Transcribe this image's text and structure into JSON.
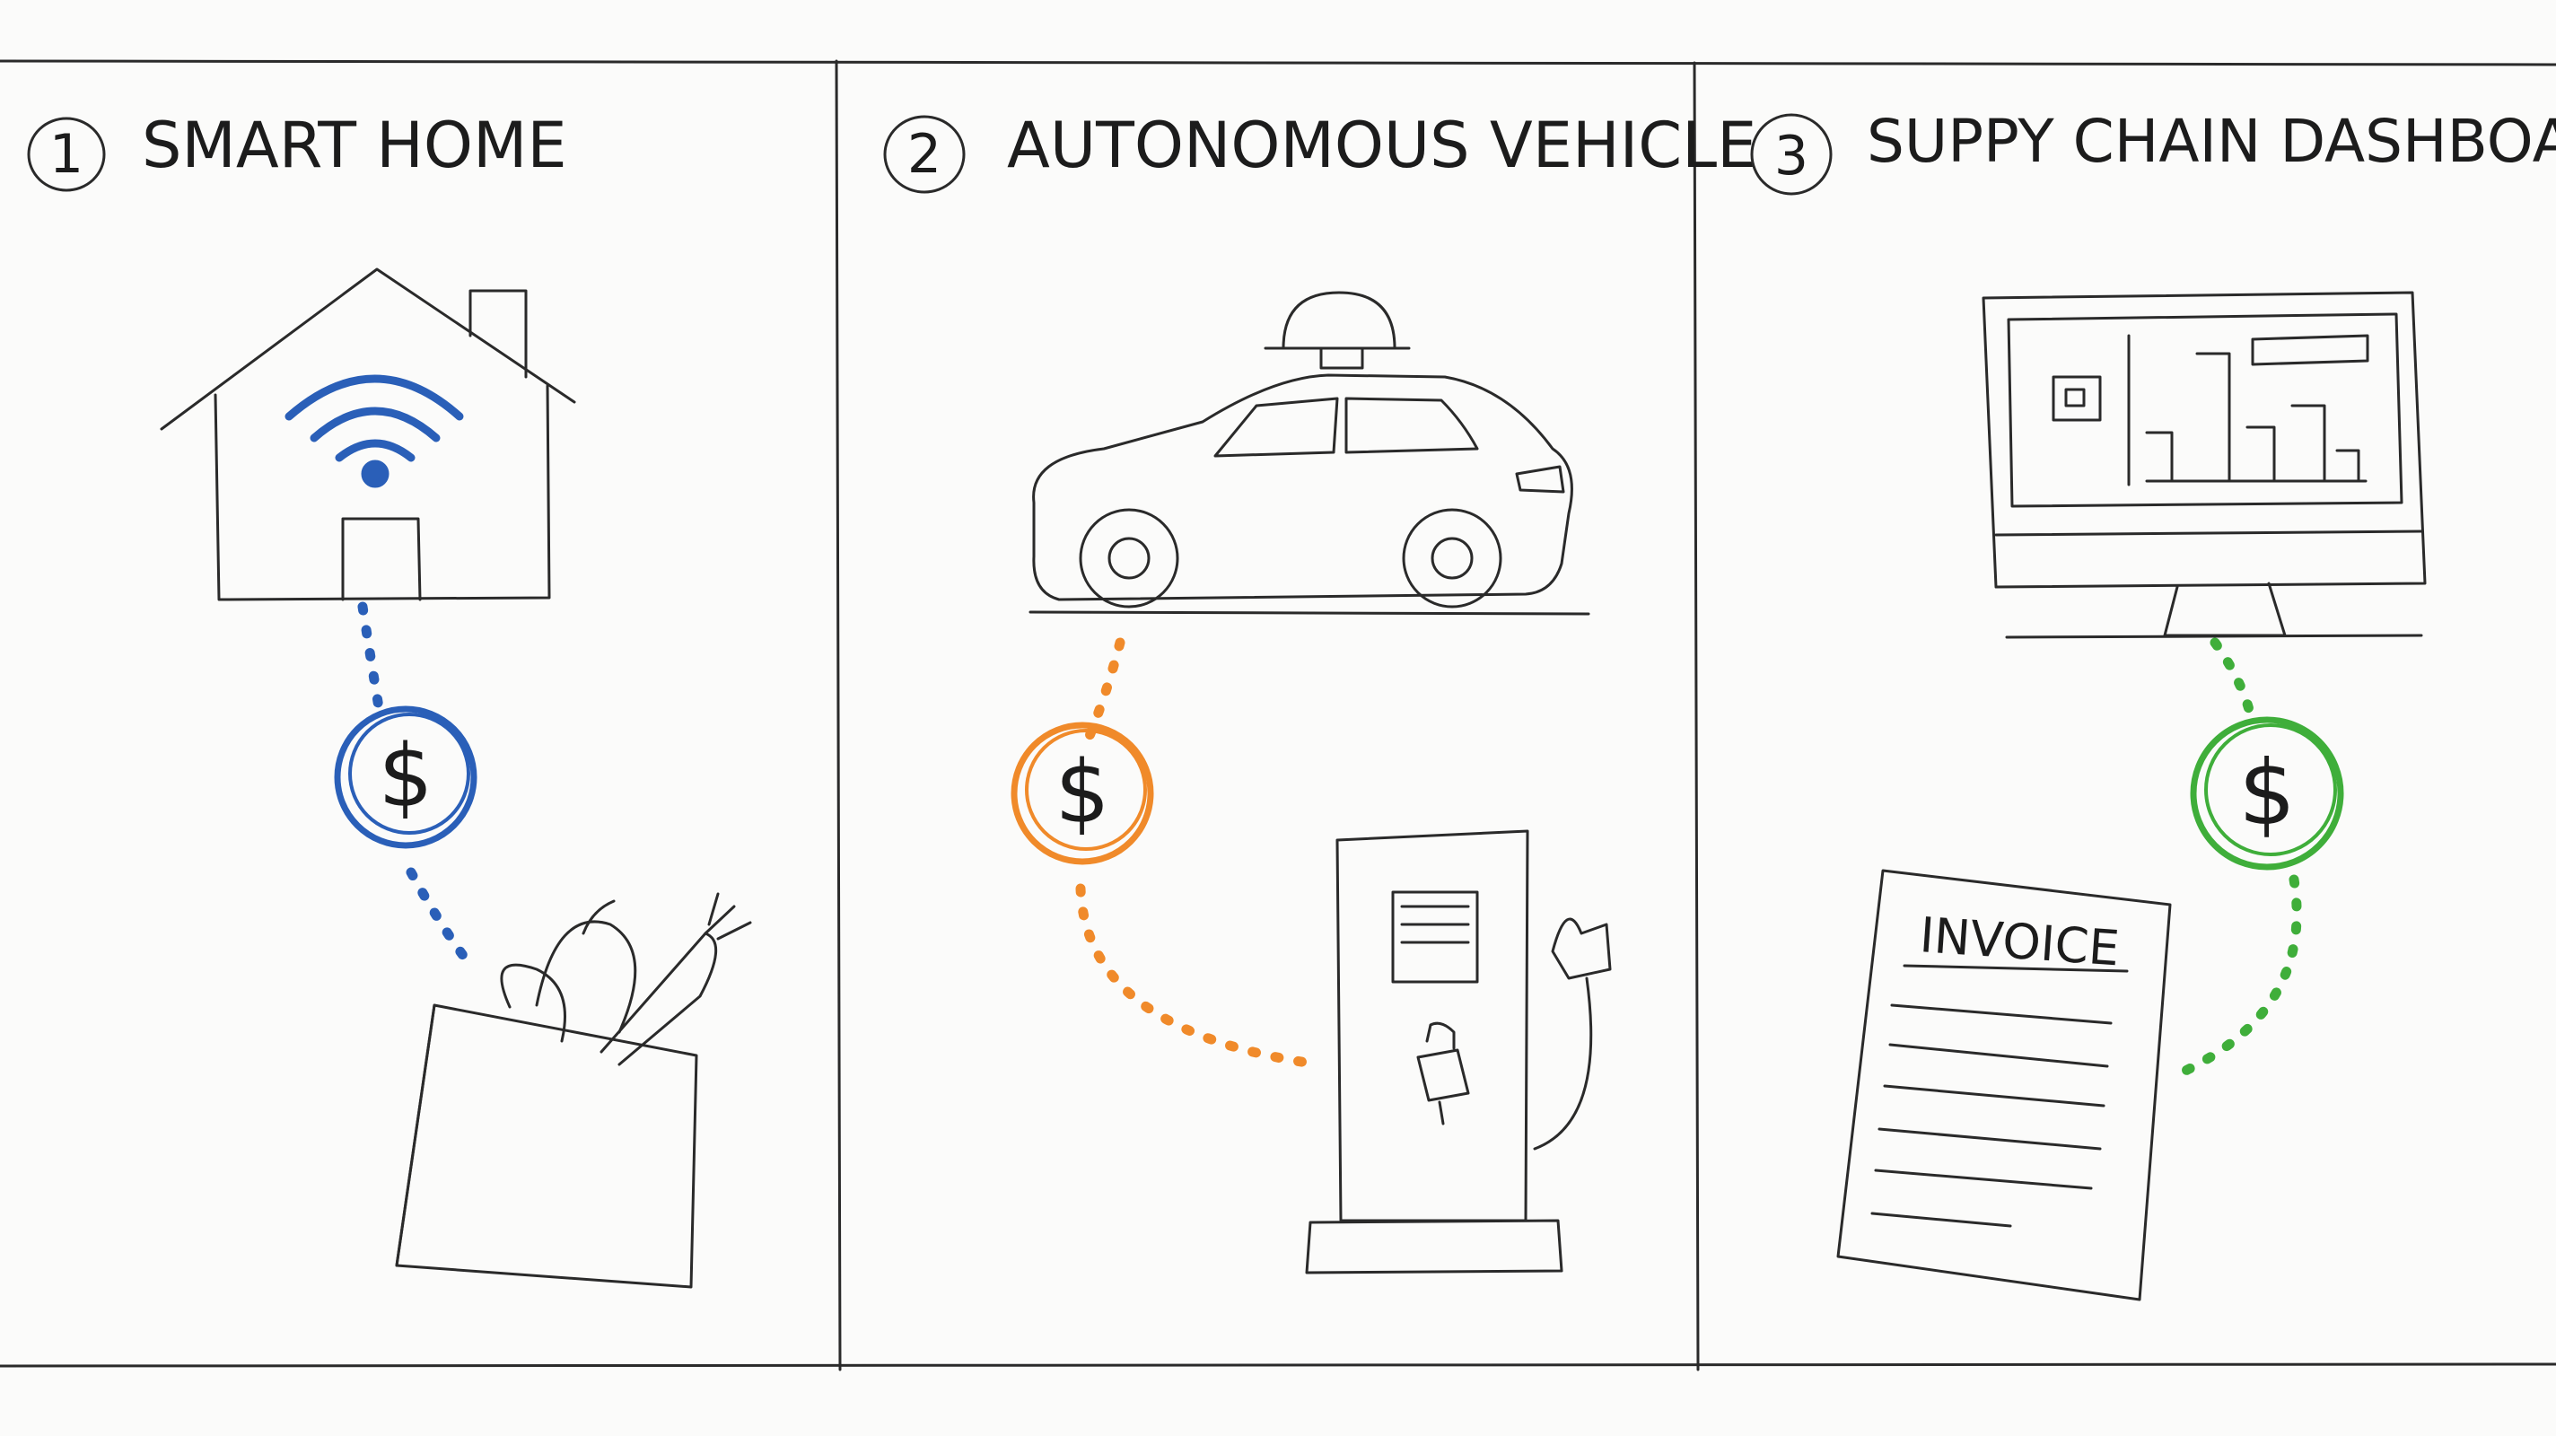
{
  "panels": [
    {
      "number": "1",
      "title": "SMART HOME",
      "accent": "#2a5fb8",
      "icon_top": "house-wifi",
      "icon_bottom": "grocery-bag",
      "link_icon": "dollar-coin"
    },
    {
      "number": "2",
      "title": "AUTONOMOUS VEHICLE",
      "accent": "#f08a2a",
      "icon_top": "car-with-sensor",
      "icon_bottom": "ev-charging-station",
      "link_icon": "dollar-coin"
    },
    {
      "number": "3",
      "title": "SUPPY CHAIN DASHBOARD",
      "accent": "#3fae3a",
      "icon_top": "monitor-chart",
      "icon_bottom": "invoice-document",
      "link_icon": "dollar-coin"
    }
  ],
  "coin_symbol": "$",
  "invoice": {
    "title": "INVOICE"
  },
  "colors": {
    "ink": "#1c1c1c",
    "paper": "#fbfbfa"
  }
}
